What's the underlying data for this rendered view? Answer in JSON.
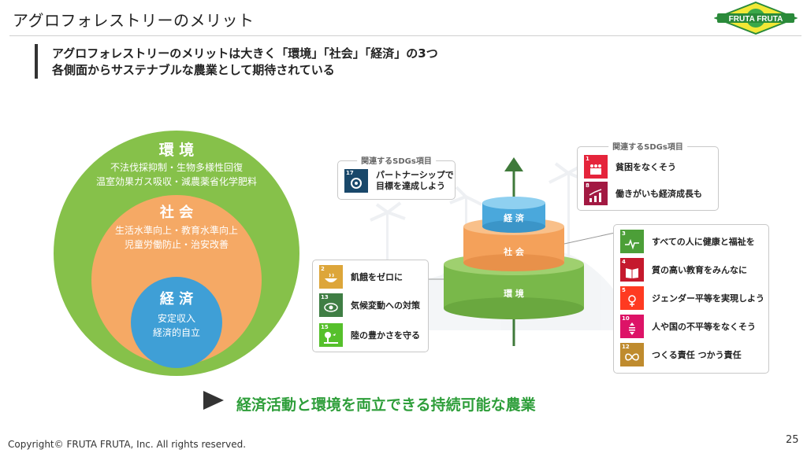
{
  "header": {
    "title": "アグロフォレストリーのメリット",
    "logo_text": "FRUTA FRUTA"
  },
  "lead": {
    "line1": "アグロフォレストリーのメリットは大きく「環境」「社会」「経済」の3つ",
    "line2": "各側面からサステナブルな農業として期待されている"
  },
  "circles": {
    "environment": {
      "title": "環 境",
      "line1": "不法伐採抑制・生物多様性回復",
      "line2": "温室効果ガス吸収・減農薬省化学肥料",
      "color": "#86c14a"
    },
    "society": {
      "title": "社 会",
      "line1": "生活水準向上・教育水準向上",
      "line2": "児童労働防止・治安改善",
      "color": "#f5a965"
    },
    "economy": {
      "title": "経 済",
      "line1": "安定収入",
      "line2": "経済的自立",
      "color": "#3f9fd6"
    }
  },
  "pyramid": {
    "top_label": "経 済",
    "middle_label": "社 会",
    "bottom_label": "環 境"
  },
  "sdg_box_left_top": {
    "title": "関連するSDGs項目",
    "items": [
      {
        "num": "17",
        "label_line1": "パートナーシップで",
        "label_line2": "目標を達成しよう",
        "color": "#19486a"
      }
    ]
  },
  "sdg_box_right_top": {
    "title": "関連するSDGs項目",
    "items": [
      {
        "num": "1",
        "label": "貧困をなくそう",
        "color": "#e5243b"
      },
      {
        "num": "8",
        "label": "働きがいも経済成長も",
        "color": "#a21942"
      }
    ]
  },
  "sdg_box_left_bottom": {
    "items": [
      {
        "num": "2",
        "label": "飢餓をゼロに",
        "color": "#dda63a"
      },
      {
        "num": "13",
        "label": "気候変動への対策",
        "color": "#3f7e44"
      },
      {
        "num": "15",
        "label": "陸の豊かさを守る",
        "color": "#56c02b"
      }
    ]
  },
  "sdg_box_right_bottom": {
    "items": [
      {
        "num": "3",
        "label": "すべての人に健康と福祉を",
        "color": "#4c9f38"
      },
      {
        "num": "4",
        "label": "質の高い教育をみんなに",
        "color": "#c5192d"
      },
      {
        "num": "5",
        "label": "ジェンダー平等を実現しよう",
        "color": "#ff3a21"
      },
      {
        "num": "10",
        "label": "人や国の不平等をなくそう",
        "color": "#dd1367"
      },
      {
        "num": "12",
        "label": "つくる責任 つかう責任",
        "color": "#bf8b2e"
      }
    ]
  },
  "tagline": "経済活動と環境を両立できる持続可能な農業",
  "footer": {
    "copyright": "Copyright© FRUTA FRUTA, Inc. All rights reserved.",
    "page_number": "25"
  }
}
